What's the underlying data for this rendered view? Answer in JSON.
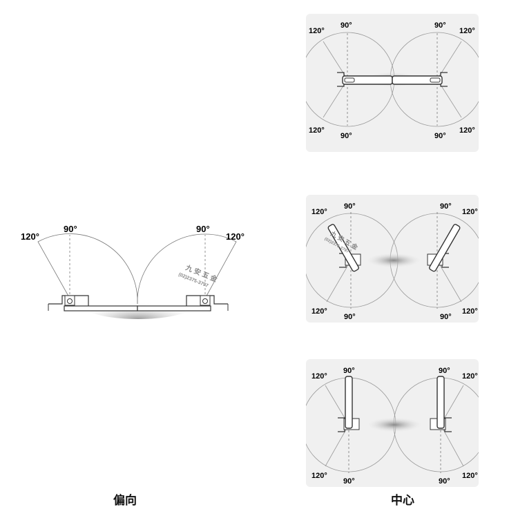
{
  "left_panel": {
    "label_90_left": "90°",
    "label_120_left": "120°",
    "label_90_right": "90°",
    "label_120_right": "120°",
    "watermark_line1": "九 安 五 金",
    "watermark_line2": "(02)2375-3797"
  },
  "center_panels": [
    {
      "state": "closed",
      "label_120_tl": "120°",
      "label_90_tl": "90°",
      "label_90_tr": "90°",
      "label_120_tr": "120°",
      "label_120_bl": "120°",
      "label_90_bl": "90°",
      "label_90_br": "90°",
      "label_120_br": "120°"
    },
    {
      "state": "open-120",
      "label_120_tl": "120°",
      "label_90_tl": "90°",
      "label_90_tr": "90°",
      "label_120_tr": "120°",
      "label_120_bl": "120°",
      "label_90_bl": "90°",
      "label_90_br": "90°",
      "label_120_br": "120°",
      "watermark_line1": "九 安 五 金",
      "watermark_line2": "(02)2375-3797"
    },
    {
      "state": "open-90",
      "label_120_tl": "120°",
      "label_90_tl": "90°",
      "label_90_tr": "90°",
      "label_120_tr": "120°",
      "label_120_bl": "120°",
      "label_90_bl": "90°",
      "label_90_br": "90°",
      "label_120_br": "120°"
    }
  ],
  "captions": {
    "offset": "偏向",
    "center": "中心"
  }
}
